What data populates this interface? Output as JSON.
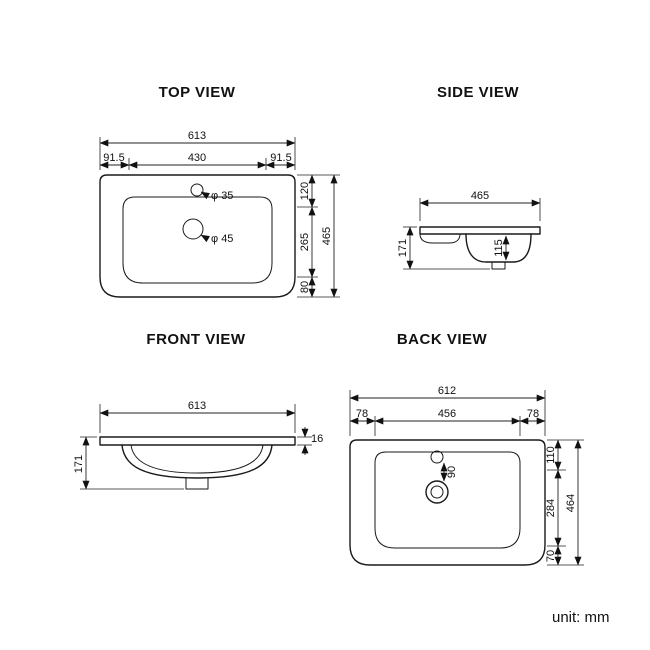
{
  "titles": {
    "top": "TOP VIEW",
    "side": "SIDE VIEW",
    "front": "FRONT VIEW",
    "back": "BACK VIEW"
  },
  "top_view": {
    "width": "613",
    "seg_left": "91.5",
    "bowl_width": "430",
    "seg_right": "91.5",
    "depth_front": "120",
    "depth_mid": "265",
    "depth_back": "80",
    "depth_total": "465",
    "faucet_hole": "φ 35",
    "drain_hole": "φ 45"
  },
  "side_view": {
    "width": "465",
    "height": "171",
    "bowl_depth": "115"
  },
  "front_view": {
    "width": "613",
    "height": "171",
    "rim_thickness": "16"
  },
  "back_view": {
    "width": "612",
    "seg_left": "78",
    "bowl_width": "456",
    "seg_right": "78",
    "hole_spacing": "90",
    "seg_top": "110",
    "seg_mid": "284",
    "seg_bottom": "70",
    "height_total": "464"
  },
  "footer": {
    "unit_label": "unit: mm"
  }
}
